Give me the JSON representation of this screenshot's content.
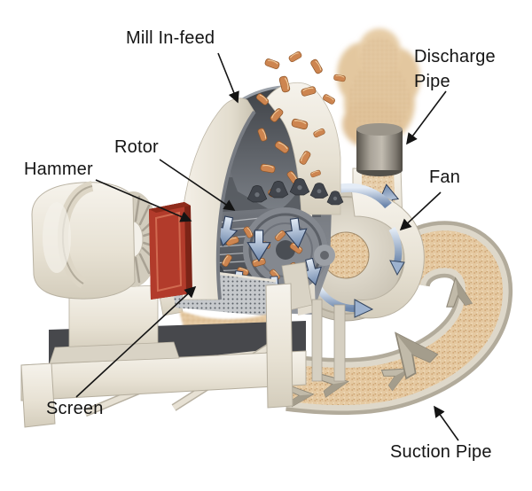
{
  "labels": {
    "mill_infeed": "Mill In-feed",
    "discharge_pipe": "Discharge Pipe",
    "rotor": "Rotor",
    "hammer": "Hammer",
    "fan": "Fan",
    "screen": "Screen",
    "suction_pipe": "Suction Pipe"
  },
  "palette": {
    "background": "#ffffff",
    "label_text": "#141414",
    "machine_cream": "#e9e4d7",
    "coupling_guard_red": "#b23b2b",
    "wood_chip_orange": "#cd8550",
    "airflow_blue": "#8da4c4",
    "frame_dark_gray": "#47484c",
    "ground_material_tan": "#e3c49c",
    "screen_mesh_gray": "#c6c9cc",
    "pipe_gray": "#8a857b"
  }
}
